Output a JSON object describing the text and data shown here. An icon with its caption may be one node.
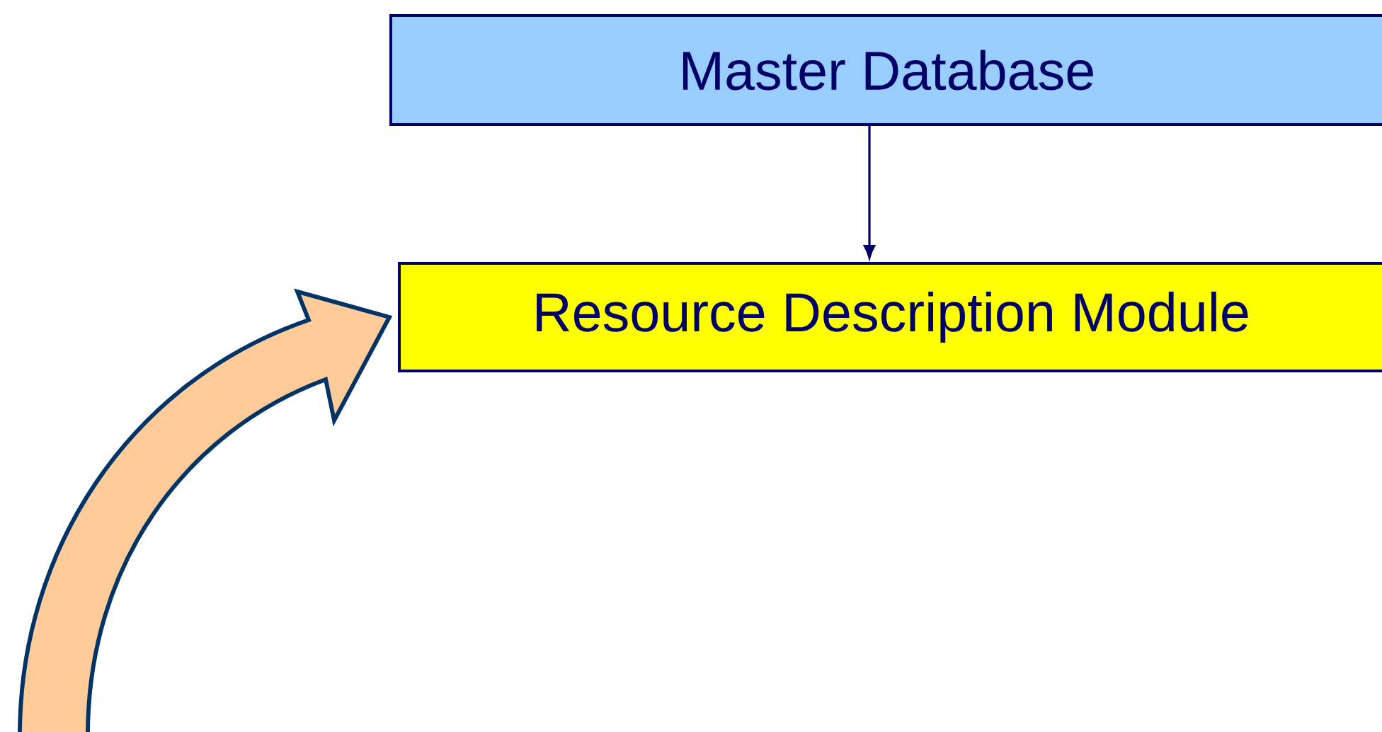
{
  "diagram": {
    "nodes": [
      {
        "text": [
          "Master Database"
        ]
      },
      {
        "text": [
          "Resource Description Module"
        ]
      }
    ],
    "edges": [
      {
        "from": 0,
        "to": 1,
        "arrow": "to"
      },
      {
        "from": null,
        "to": 1,
        "arrow": "to",
        "style": "thick",
        "color": "#ffcc99"
      }
    ]
  }
}
